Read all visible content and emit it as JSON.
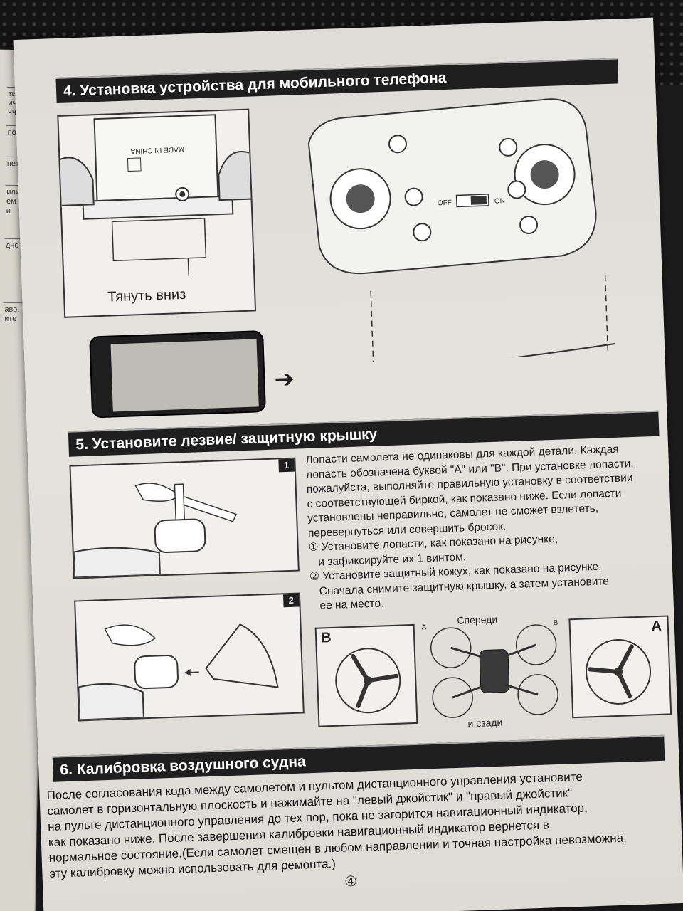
{
  "left_page_fragments": [
    "ти в",
    "ически",
    "ччения.",
    "полет",
    "пета в",
    "или",
    "ем",
    "и",
    "дно",
    "аво,",
    "ите"
  ],
  "section4": {
    "title": "4. Установка устройства для мобильного телефона",
    "pull_label": "Тянуть вниз",
    "device_label": "MADE IN CHINA",
    "switch_off": "OFF",
    "switch_on": "ON"
  },
  "section5": {
    "title": "5. Установите лезвие/ защитную крышку",
    "figure1_badge": "1",
    "figure2_badge": "2",
    "paragraph": [
      "Лопасти самолета не одинаковы для каждой детали. Каждая",
      "лопасть обозначена буквой \"А\" или \"В\". При установке лопасти,",
      "пожалуйста, выполняйте правильную установку в соответствии",
      "с соответствующей биркой, как показано ниже. Если лопасти",
      "установлены неправильно, самолет не сможет взлететь,",
      "перевернуться или совершить бросок.",
      "① Установите лопасти, как показано на рисунке,",
      "   и зафиксируйте их 1 винтом.",
      "② Установите защитный кожух, как показано на рисунке.",
      "   Сначала снимите защитную крышку, а затем установите",
      "   ее на место."
    ],
    "front_label": "Спереди",
    "rear_label": "и сзади",
    "letter_b": "B",
    "letter_a": "A",
    "small_a": "A",
    "small_b": "B"
  },
  "section6": {
    "title": "6. Калибровка воздушного судна",
    "lines": [
      "После согласования кода между самолетом и пультом дистанционного управления установите",
      "самолет в горизонтальную плоскость и нажимайте на \"левый джойстик\" и \"правый джойстик\"",
      "на пульте дистанционного управления до тех пор, пока не загорится навигационный индикатор,",
      "как показано ниже. После завершения калибровки навигационный индикатор вернется в",
      "нормальное состояние.(Если самолет смещен в любом направлении и точная настройка невозможна,",
      "эту калибровку можно использовать для ремонта.)"
    ]
  },
  "page_number": "④"
}
